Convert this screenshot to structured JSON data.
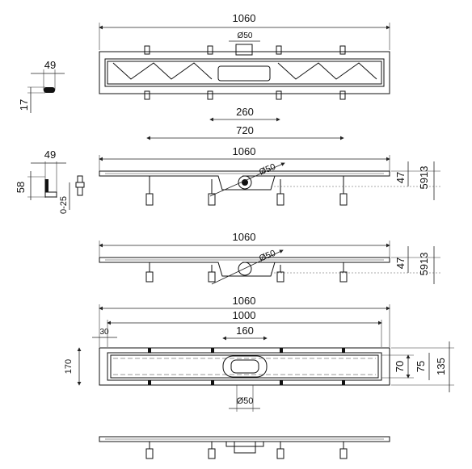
{
  "labels": {
    "top_1060": "1060",
    "top_d50": "Ø50",
    "end_49": "49",
    "end_17": "17",
    "dim_260": "260",
    "dim_720": "720",
    "side1_1060": "1060",
    "side1_d50": "Ø50",
    "side1_47": "47",
    "side1_5913": "5913",
    "leg_49": "49",
    "leg_58": "58",
    "leg_025": "0-25",
    "side2_1060": "1060",
    "side2_d50": "Ø50",
    "side2_47": "47",
    "side2_5913": "5913",
    "plan_1060": "1060",
    "plan_1000": "1000",
    "plan_30": "30",
    "plan_160": "160",
    "plan_170": "170",
    "plan_70": "70",
    "plan_75": "75",
    "plan_135": "135",
    "plan_d50": "Ø50"
  },
  "colors": {
    "line": "#111111",
    "background": "#ffffff"
  }
}
